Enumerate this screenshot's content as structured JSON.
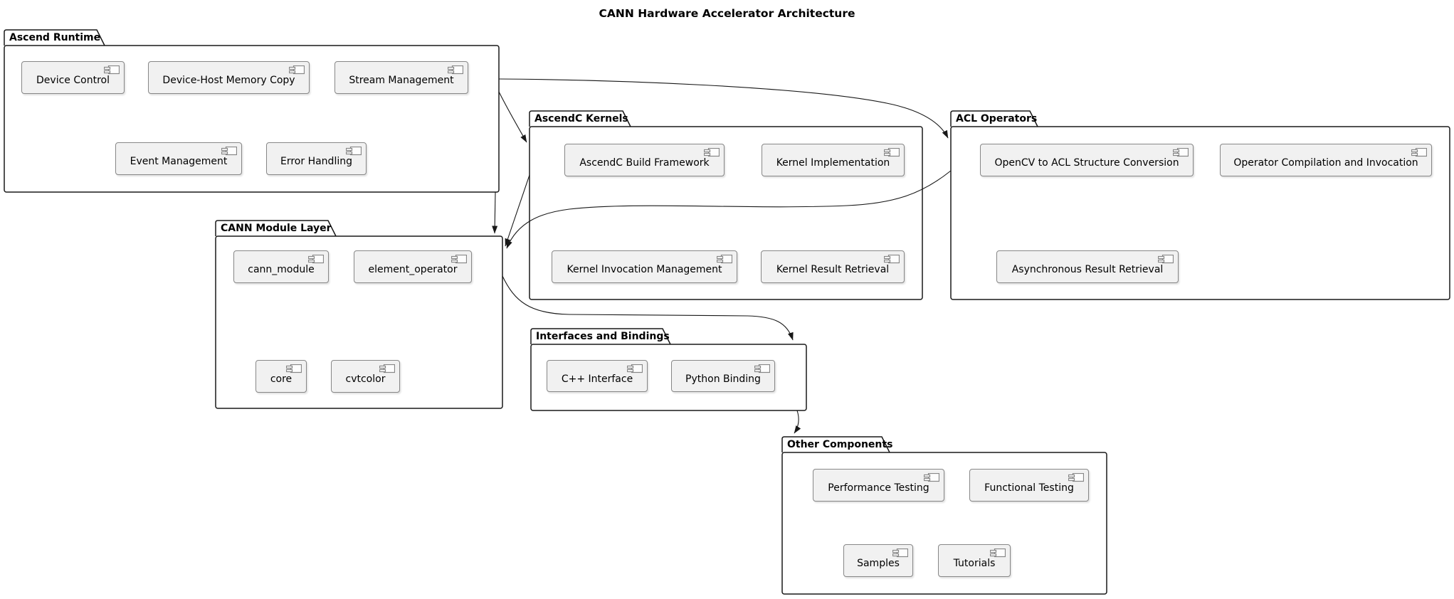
{
  "title": "CANN Hardware Accelerator Architecture",
  "packages": [
    {
      "id": "ascend-runtime",
      "name": "Ascend Runtime",
      "components": [
        {
          "id": "device-control",
          "label": "Device Control"
        },
        {
          "id": "device-host-memory-copy",
          "label": "Device-Host Memory Copy"
        },
        {
          "id": "stream-management",
          "label": "Stream Management"
        },
        {
          "id": "event-management",
          "label": "Event Management"
        },
        {
          "id": "error-handling",
          "label": "Error Handling"
        }
      ]
    },
    {
      "id": "ascendc-kernels",
      "name": "AscendC Kernels",
      "components": [
        {
          "id": "ascendc-build-framework",
          "label": "AscendC Build Framework"
        },
        {
          "id": "kernel-implementation",
          "label": "Kernel Implementation"
        },
        {
          "id": "kernel-invocation-management",
          "label": "Kernel Invocation Management"
        },
        {
          "id": "kernel-result-retrieval",
          "label": "Kernel Result Retrieval"
        }
      ]
    },
    {
      "id": "acl-operators",
      "name": "ACL Operators",
      "components": [
        {
          "id": "opencv-to-acl-structure-conversion",
          "label": "OpenCV to ACL Structure Conversion"
        },
        {
          "id": "operator-compilation-and-invocation",
          "label": "Operator Compilation and Invocation"
        },
        {
          "id": "asynchronous-result-retrieval",
          "label": "Asynchronous Result Retrieval"
        }
      ]
    },
    {
      "id": "cann-module-layer",
      "name": "CANN Module Layer",
      "components": [
        {
          "id": "cann-module",
          "label": "cann_module"
        },
        {
          "id": "element-operator",
          "label": "element_operator"
        },
        {
          "id": "core",
          "label": "core"
        },
        {
          "id": "cvtcolor",
          "label": "cvtcolor"
        }
      ]
    },
    {
      "id": "interfaces-and-bindings",
      "name": "Interfaces and Bindings",
      "components": [
        {
          "id": "cpp-interface",
          "label": "C++ Interface"
        },
        {
          "id": "python-binding",
          "label": "Python Binding"
        }
      ]
    },
    {
      "id": "other-components",
      "name": "Other Components",
      "components": [
        {
          "id": "performance-testing",
          "label": "Performance Testing"
        },
        {
          "id": "functional-testing",
          "label": "Functional Testing"
        },
        {
          "id": "samples",
          "label": "Samples"
        },
        {
          "id": "tutorials",
          "label": "Tutorials"
        }
      ]
    }
  ],
  "edges": [
    {
      "from": "ascend-runtime",
      "to": "ascendc-kernels"
    },
    {
      "from": "ascend-runtime",
      "to": "acl-operators"
    },
    {
      "from": "ascend-runtime",
      "to": "cann-module-layer"
    },
    {
      "from": "ascendc-kernels",
      "to": "cann-module-layer"
    },
    {
      "from": "acl-operators",
      "to": "cann-module-layer"
    },
    {
      "from": "cann-module-layer",
      "to": "interfaces-and-bindings"
    },
    {
      "from": "interfaces-and-bindings",
      "to": "other-components"
    }
  ],
  "colors": {
    "background": "#FFFFFF",
    "package_border": "#181818",
    "package_fill": "#FFFFFF",
    "component_fill": "#F1F1F1",
    "component_border": "#878787",
    "edge": "#181818",
    "text": "#000000"
  }
}
